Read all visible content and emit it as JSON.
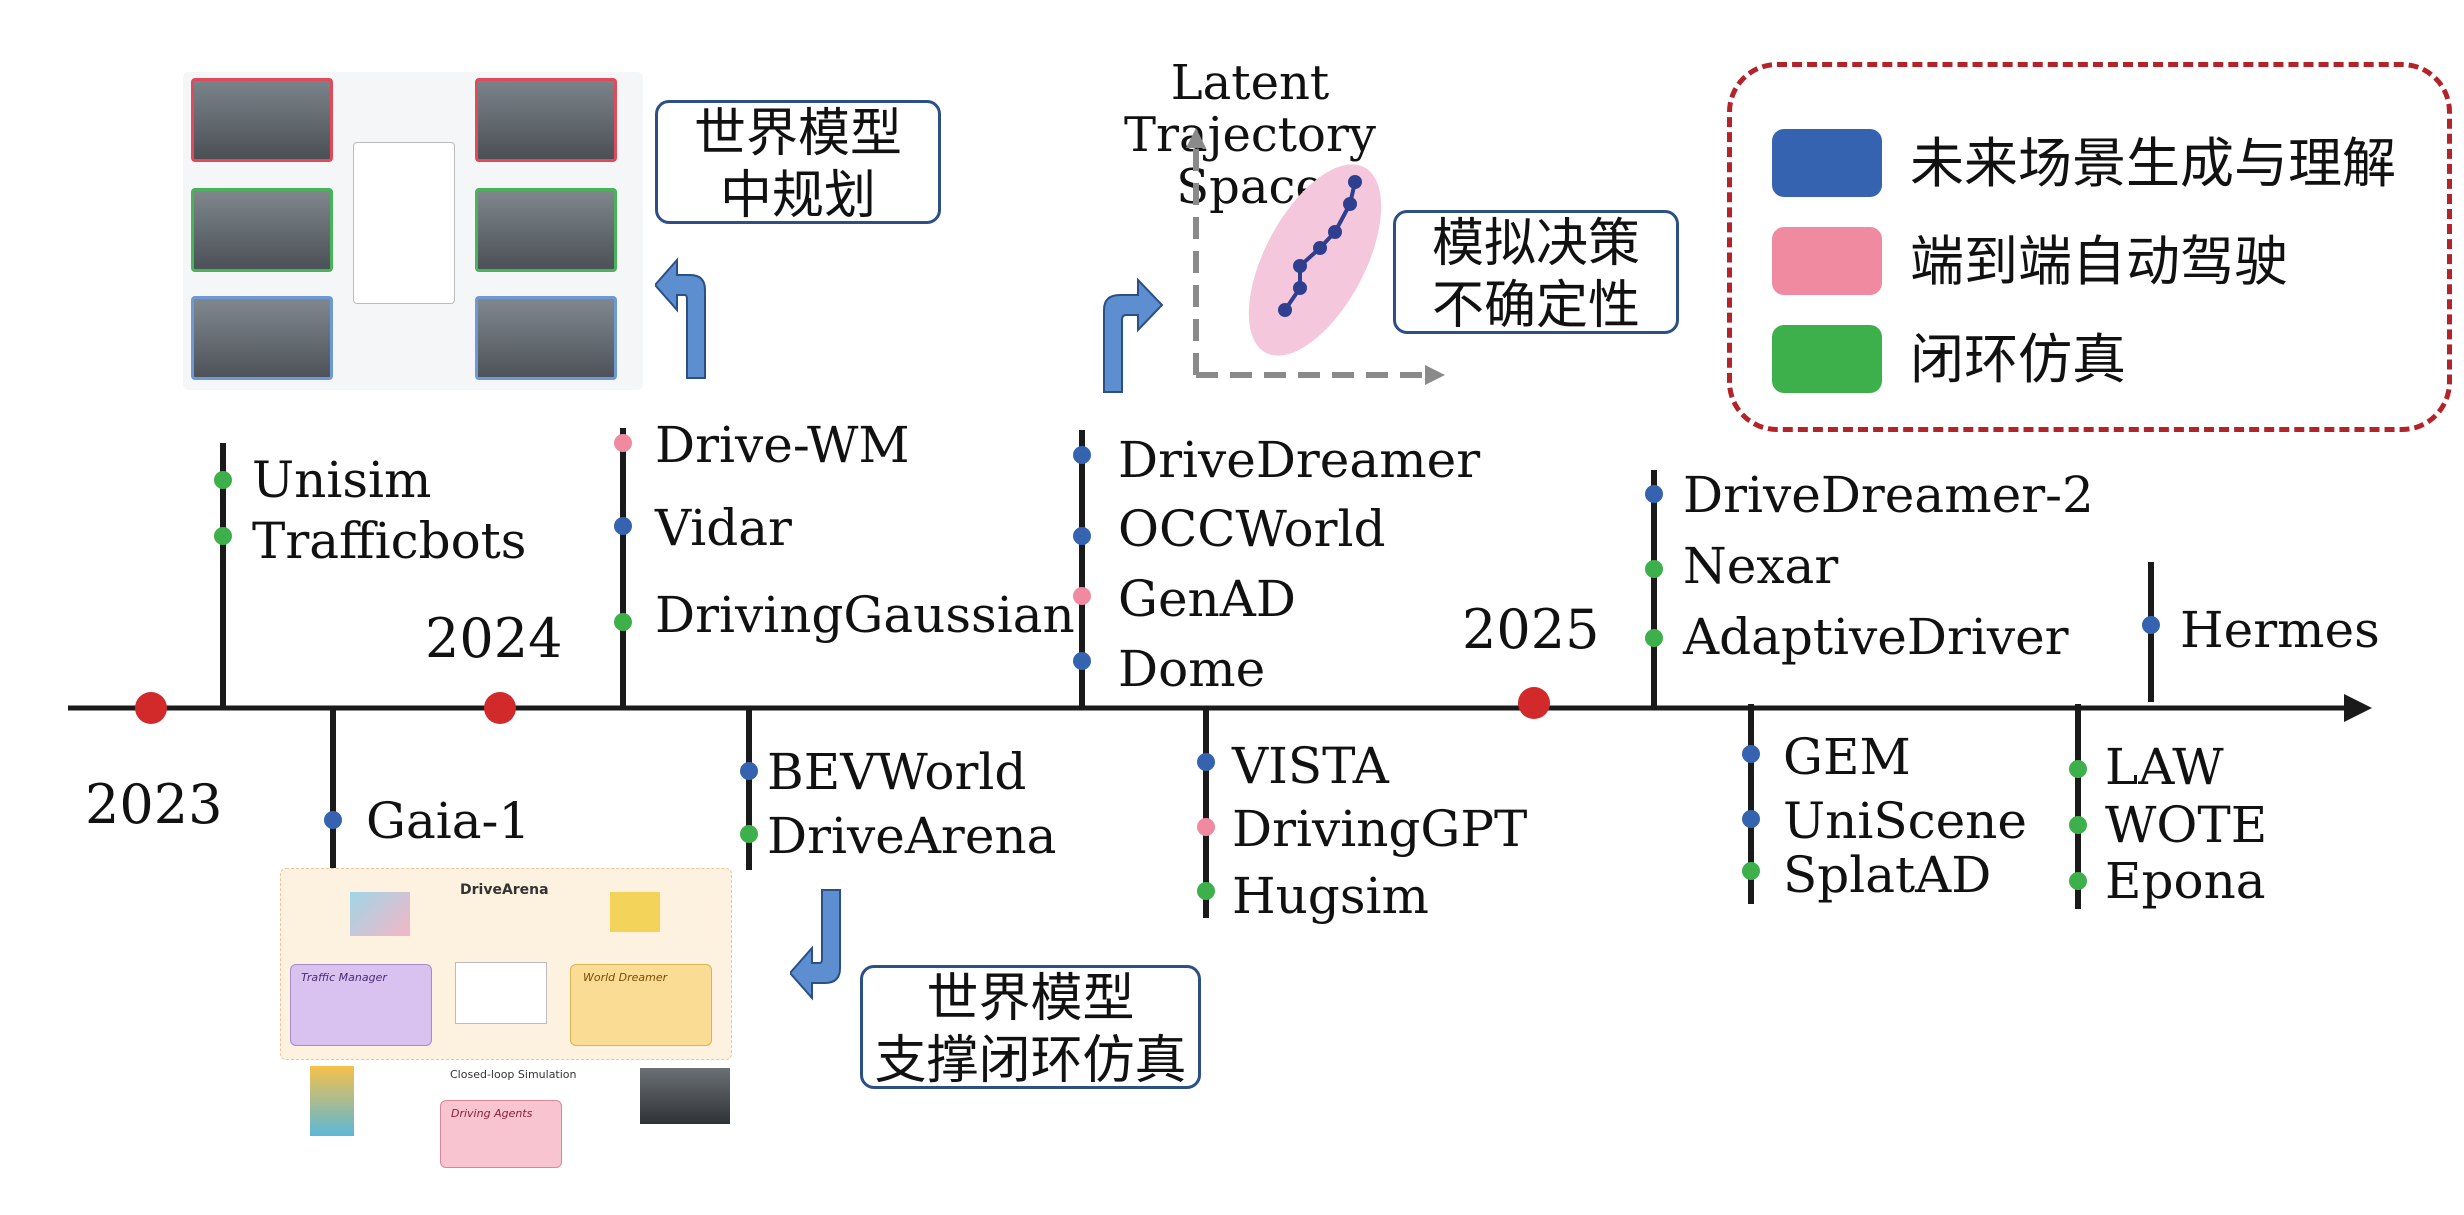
{
  "colors": {
    "scene_generation": "#3563b0",
    "end_to_end": "#ef8aa0",
    "closed_loop": "#3db04b",
    "year_marker": "#d22a2a",
    "legend_border": "#b3242a",
    "callout_border": "#2c4f86"
  },
  "years": [
    "2023",
    "2024",
    "2025"
  ],
  "legend": [
    {
      "label": "未来场景生成与理解",
      "color": "#3563b0"
    },
    {
      "label": "端到端自动驾驶",
      "color": "#ef8aa0"
    },
    {
      "label": "闭环仿真",
      "color": "#3db04b"
    }
  ],
  "callouts": {
    "planning": [
      "世界模型",
      "中规划"
    ],
    "uncertainty": [
      "模拟决策",
      "不确定性"
    ],
    "simulation": [
      "世界模型",
      "支撑闭环仿真"
    ]
  },
  "latent_plot": {
    "title_line1": "Latent Trajectory",
    "title_line2": "Space"
  },
  "groups": {
    "g1": [
      "Unisim",
      "Trafficbots"
    ],
    "g2": [
      "Gaia-1"
    ],
    "g3": [
      "Drive-WM",
      "Vidar",
      "DrivingGaussian"
    ],
    "g4": [
      "BEVWorld",
      "DriveArena"
    ],
    "g5": [
      "DriveDreamer",
      "OCCWorld",
      "GenAD",
      "Dome"
    ],
    "g6": [
      "VISTA",
      "DrivingGPT",
      "Hugsim"
    ],
    "g7": [
      "DriveDreamer-2",
      "Nexar",
      "AdaptiveDriver"
    ],
    "g8": [
      "GEM",
      "UniScene",
      "SplatAD"
    ],
    "g9": [
      "LAW",
      "WOTE",
      "Epona"
    ],
    "g10": [
      "Hermes"
    ]
  },
  "drivearena_figure": {
    "logo": "DriveArena",
    "traffic_manager": "Traffic Manager",
    "world_dreamer": "World Dreamer",
    "driving_agents": "Driving Agents",
    "closed_loop": "Closed-loop Simulation"
  }
}
